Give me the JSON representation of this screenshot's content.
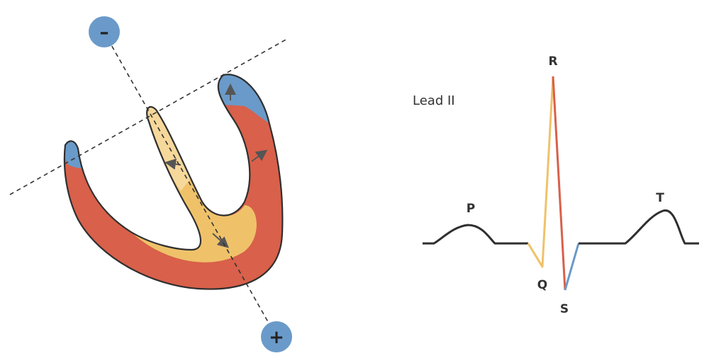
{
  "colors": {
    "myocardium": "#d9604a",
    "early_depolarization": "#efc26a",
    "septum_light": "#f6d89a",
    "late_depolarization": "#6a9ac9",
    "electrode": "#6a9ac9",
    "outline": "#2f2f2f",
    "baseline": "#2f2f2f",
    "dashed_line": "#333333"
  },
  "heart_diagram": {
    "negative_electrode": {
      "symbol": "–",
      "icon": "minus-icon"
    },
    "positive_electrode": {
      "symbol": "+",
      "icon": "plus-icon"
    }
  },
  "ecg": {
    "lead": "Lead II",
    "waves": {
      "p": "P",
      "q": "Q",
      "r": "R",
      "s": "S",
      "t": "T"
    }
  }
}
